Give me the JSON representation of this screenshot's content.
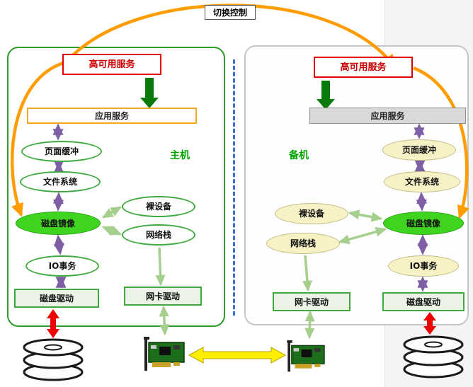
{
  "top_label": "切换控制",
  "primary": {
    "machine_label": "主机",
    "nodes": {
      "ha": "高可用服务",
      "app": "应用服务",
      "page_buffer": "页面缓冲",
      "file_system": "文件系统",
      "disk_mirror": "磁盘镜像",
      "io": "IO事务",
      "disk_driver": "磁盘驱动",
      "raw_device": "裸设备",
      "net_stack": "网络栈",
      "nic_driver": "网卡驱动"
    }
  },
  "backup": {
    "machine_label": "备机",
    "nodes": {
      "ha": "高可用服务",
      "app": "应用服务",
      "page_buffer": "页面缓冲",
      "file_system": "文件系统",
      "disk_mirror": "磁盘镜像",
      "io": "IO事务",
      "disk_driver": "磁盘驱动",
      "raw_device": "裸设备",
      "net_stack": "网络栈",
      "nic_driver": "网卡驱动"
    }
  },
  "colors": {
    "switch_control_arc": "#ff9c00",
    "layer_arrows": "#7e5fa6",
    "data_path_arrows": "#a6cf8d",
    "service_down_arrow": "#0a7a0a",
    "disk_link_arrow": "#ee0000",
    "nic_link_arrow": "#ffee00",
    "disk_mirror_fill": "#3fd41f",
    "ha_service_text": "#cc0000",
    "primary_panel_border": "#2e9b2e",
    "divider_dashed": "#3b6fd4"
  }
}
